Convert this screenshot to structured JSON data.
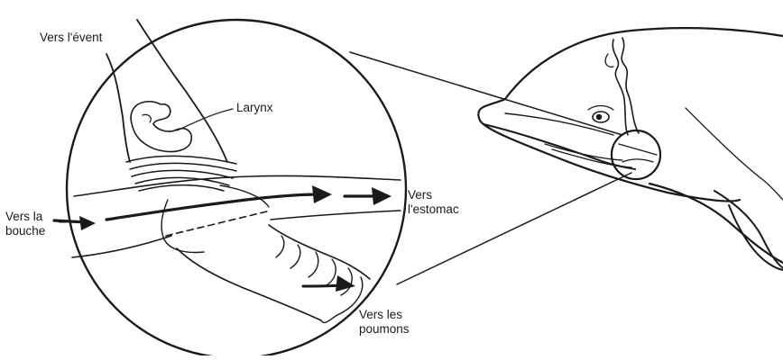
{
  "labels": {
    "blowhole": "Vers l'évent",
    "larynx": "Larynx",
    "mouth_line1": "Vers la",
    "mouth_line2": "bouche",
    "stomach_line1": "Vers",
    "stomach_line2": "l'estomac",
    "lungs_line1": "Vers les",
    "lungs_line2": "poumons"
  },
  "colors": {
    "ink": "#1a1a1a",
    "background": "#ffffff"
  }
}
